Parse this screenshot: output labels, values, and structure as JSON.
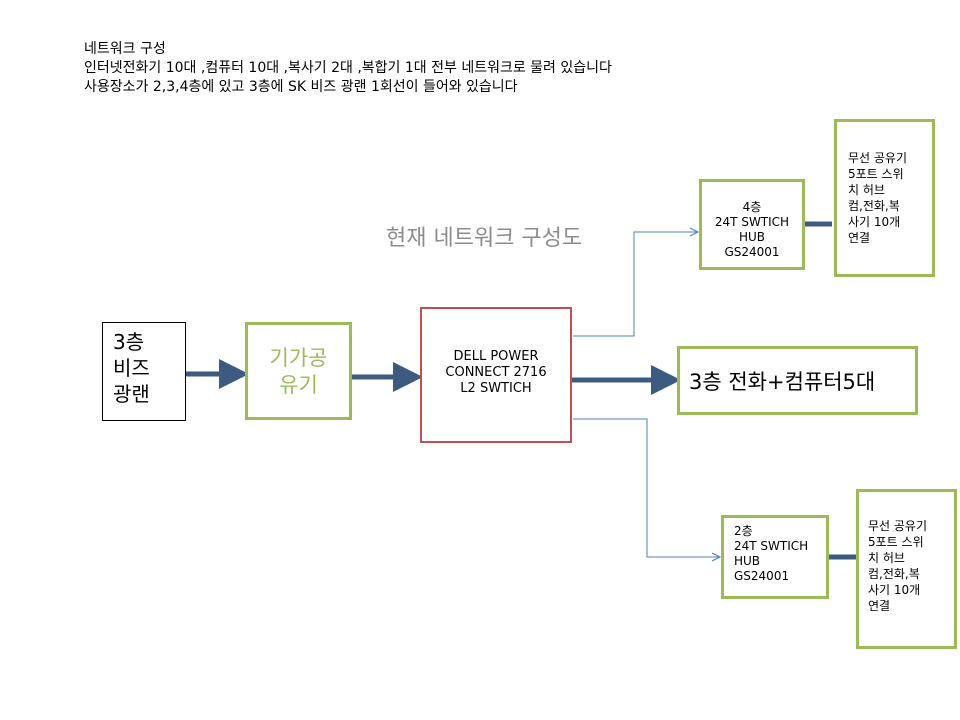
{
  "intro": {
    "line1": "네트워크 구성",
    "line2": "인터넷전화기 10대 ,컴퓨터 10대 ,복사기 2대 ,복합기 1대 전부 네트워크로 물려 있습니다",
    "line3": "사용장소가 2,3,4층에 있고 3층에 SK 비즈 광랜 1회선이 들어와 있습니다"
  },
  "diagram_title": "현재 네트워크 구성도",
  "nodes": {
    "isp": "3층\n비즈\n광랜",
    "router": "기가공\n유기",
    "core_switch": "DELL POWER\nCONNECT 2716\nL2 SWTICH",
    "floor3": "3층 전화+컴퓨터5대",
    "floor4_hub": "4층\n24T SWTICH\nHUB\nGS24001",
    "floor4_ap": "무선 공유기\n5포트 스위\n치 허브\n컴,전화,복\n사기 10개\n연결",
    "floor2_hub": "2층\n24T SWTICH\nHUB\nGS24001",
    "floor2_ap": "무선 공유기\n5포트 스위\n치 허브\n컴,전화,복\n사기 10개\n연결"
  },
  "colors": {
    "thick_arrow": "#3d5a80",
    "thin_line": "#4f81bd",
    "green_border": "#9bbb59",
    "red_border": "#c0504d",
    "title_gray": "#8c8c8c"
  }
}
